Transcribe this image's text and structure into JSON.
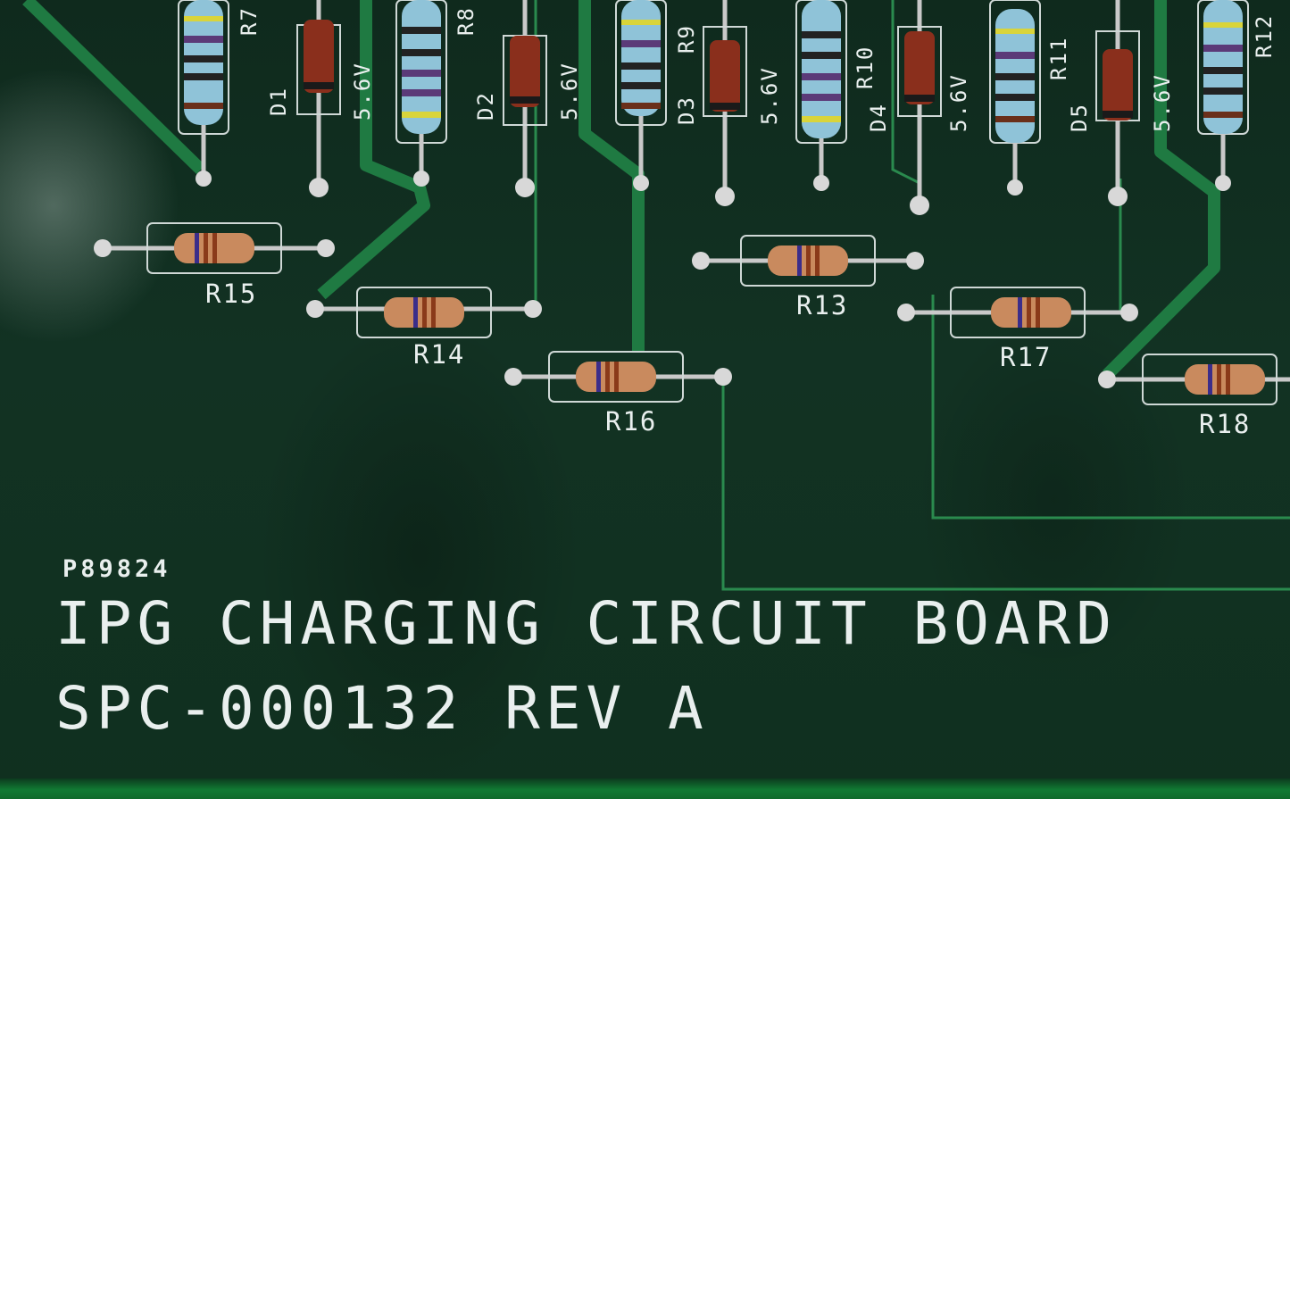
{
  "board": {
    "part_number": "P89824",
    "title": "IPG CHARGING CIRCUIT BOARD",
    "subtitle": "SPC-000132 REV A"
  },
  "designators": {
    "vertical_resistors": [
      "R7",
      "R8",
      "R9",
      "R10",
      "R11",
      "R12"
    ],
    "diodes": [
      "D1",
      "D2",
      "D3",
      "D4",
      "D5"
    ],
    "diode_rating": "5.6V",
    "horizontal_resistors": [
      "R15",
      "R14",
      "R16",
      "R13",
      "R17",
      "R18"
    ]
  },
  "colors": {
    "solder_mask": "#123223",
    "copper_trace": "#1c6e3c",
    "silkscreen": "#e9efee",
    "resistor_blue": "#8fc3d8",
    "resistor_tan": "#c98a5e",
    "diode_body": "#8a2f1c"
  }
}
